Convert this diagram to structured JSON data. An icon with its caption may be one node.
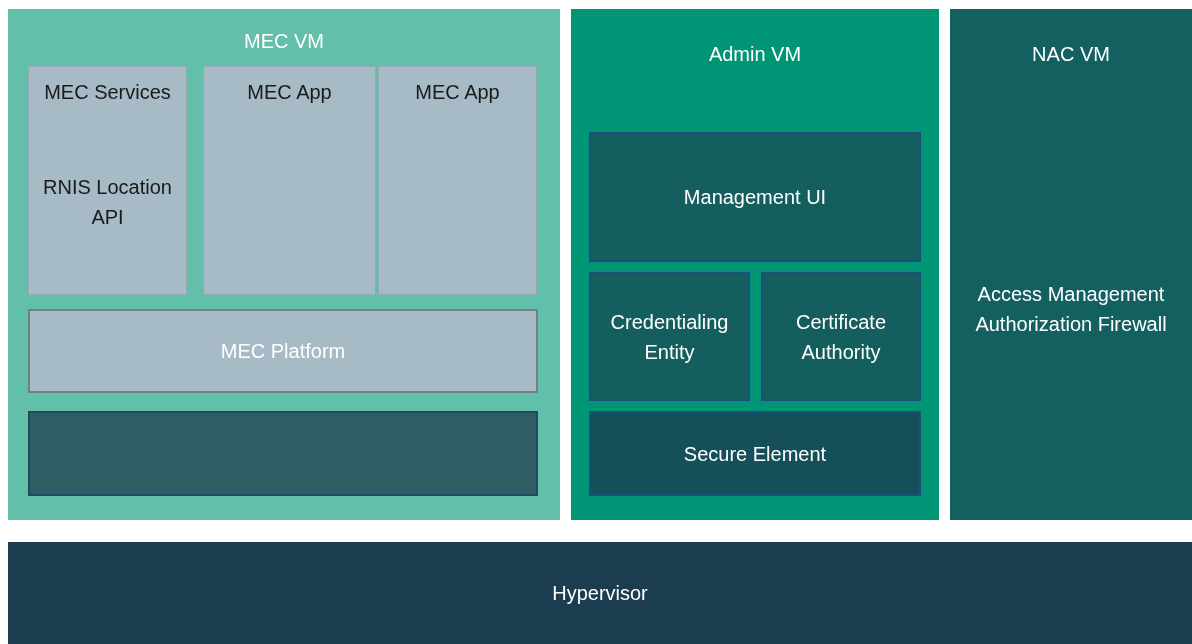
{
  "diagram": {
    "nodes": [
      {
        "text": [
          "MEC VM"
        ]
      },
      {
        "text": [
          "MEC Services",
          "RNIS Location API"
        ],
        "in": 0
      },
      {
        "text": [
          "MEC App"
        ],
        "in": 0
      },
      {
        "text": [
          "MEC App"
        ],
        "in": 0
      },
      {
        "text": [
          "MEC Platform"
        ],
        "in": 0
      },
      {
        "text": [],
        "shape": "box",
        "in": 0
      },
      {
        "text": [
          "Admin VM"
        ]
      },
      {
        "text": [
          "Management UI"
        ],
        "in": 6
      },
      {
        "text": [
          "Credentialing Entity"
        ],
        "in": 6
      },
      {
        "text": [
          "Certificate Authority"
        ],
        "in": 6
      },
      {
        "text": [
          "Secure Element"
        ],
        "in": 6
      },
      {
        "text": [
          "NAC VM",
          "Access Management Authorization Firewall"
        ]
      },
      {
        "text": [
          "Hypervisor"
        ]
      }
    ]
  }
}
